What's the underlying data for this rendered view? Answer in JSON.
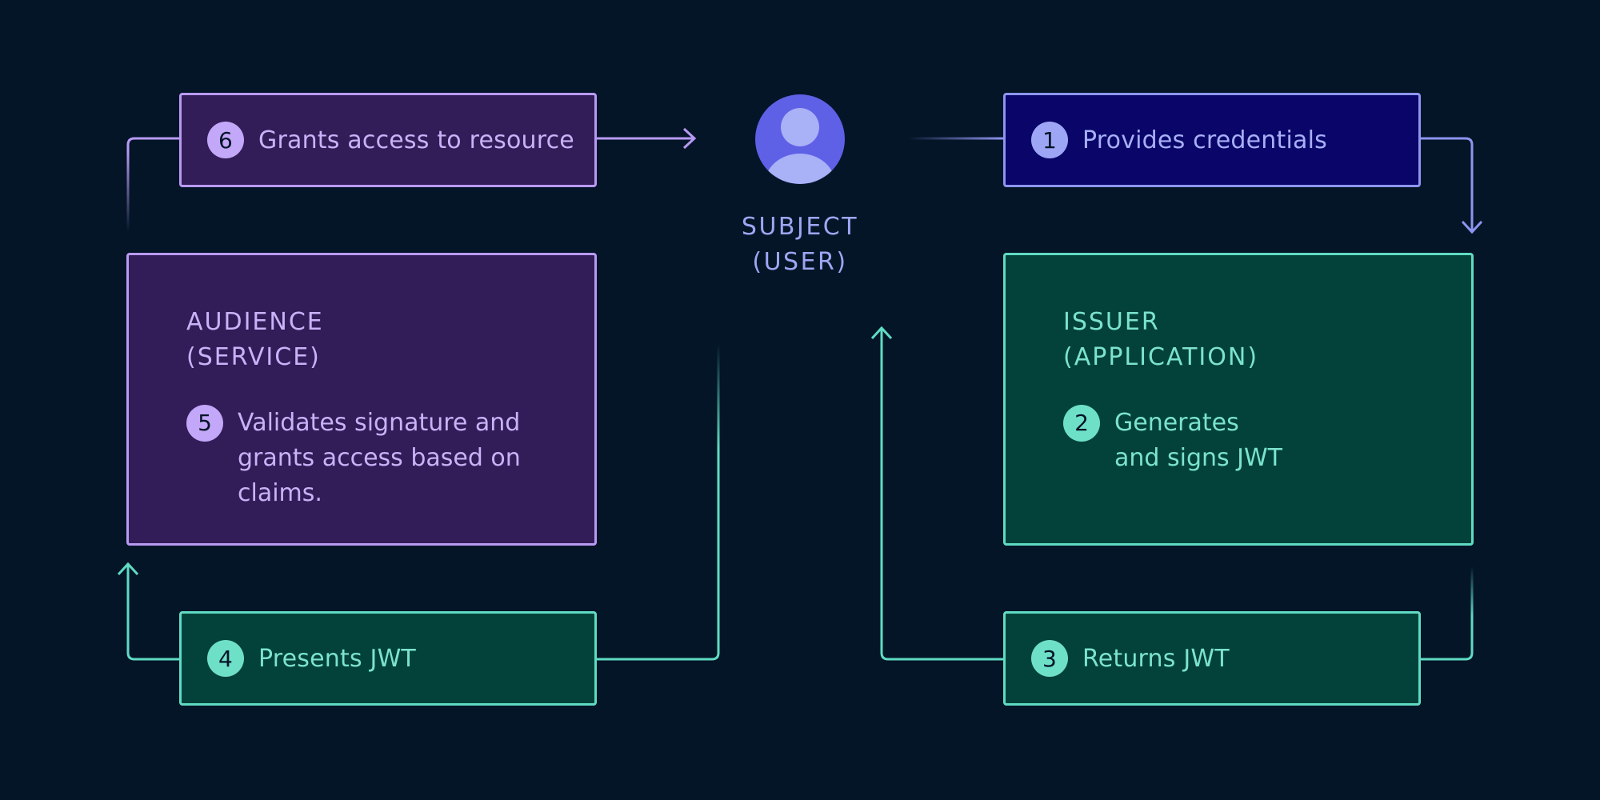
{
  "colors": {
    "background": "#041528",
    "purple": "#b89af3",
    "navy": "#8d95ef",
    "green": "#5fdbc2"
  },
  "subject": {
    "icon": "user-icon",
    "label": "SUBJECT\n(USER)"
  },
  "audience": {
    "title": "AUDIENCE\n(SERVICE)",
    "step_number": "5",
    "step_text": "Validates signature and\ngrants access based on\nclaims."
  },
  "issuer": {
    "title": "ISSUER\n(APPLICATION)",
    "step_number": "2",
    "step_text": "Generates\nand signs JWT"
  },
  "steps": [
    {
      "number": "1",
      "label": "Provides credentials"
    },
    {
      "number": "3",
      "label": "Returns JWT"
    },
    {
      "number": "4",
      "label": "Presents JWT"
    },
    {
      "number": "6",
      "label": "Grants access to resource"
    }
  ]
}
